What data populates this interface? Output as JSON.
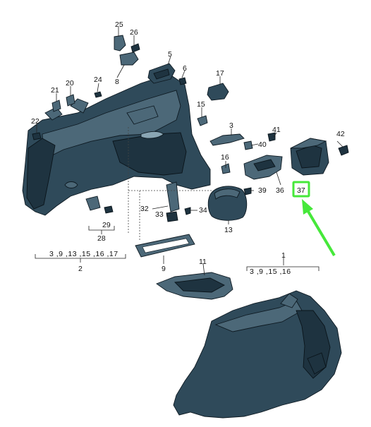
{
  "diagram": {
    "callouts": [
      "25",
      "26",
      "5",
      "6",
      "17",
      "8",
      "20",
      "24",
      "21",
      "15",
      "22",
      "3",
      "41",
      "40",
      "42",
      "16",
      "39",
      "36",
      "37",
      "32",
      "33",
      "34",
      "13",
      "29",
      "28",
      "9",
      "11",
      "1",
      "2"
    ],
    "groups": {
      "left_label": "3,9,13,15,16,17",
      "left_number": "2",
      "right_label": "3,9,15,16",
      "right_number": "1",
      "small_number": "28"
    },
    "highlight": {
      "part": "37",
      "color": "#46e83a"
    }
  }
}
